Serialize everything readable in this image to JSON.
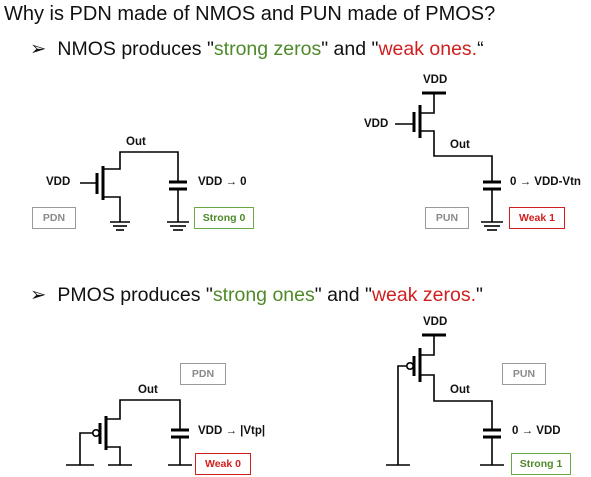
{
  "title": "Why is PDN made of NMOS and PUN made of PMOS?",
  "nmos_line": {
    "prefix": "NMOS produces \"",
    "strong": "strong zeros",
    "middle": "\" and \"",
    "weak": "weak ones.",
    "suffix": "“"
  },
  "pmos_line": {
    "prefix": "PMOS produces \"",
    "strong": "strong ones",
    "middle": "\" and \"",
    "weak": "weak zeros.",
    "suffix": "\""
  },
  "circuits": {
    "nmos_pdn": {
      "gate": "VDD",
      "out": "Out",
      "cap_label": "VDD → 0",
      "network": "PDN",
      "result": "Strong 0"
    },
    "nmos_pun": {
      "supply": "VDD",
      "gate": "VDD",
      "out": "Out",
      "cap_label": "0 → VDD-Vtn",
      "network": "PUN",
      "result": "Weak 1"
    },
    "pmos_pdn": {
      "out": "Out",
      "cap_label": "VDD → |Vtp|",
      "network": "PDN",
      "result": "Weak 0"
    },
    "pmos_pun": {
      "supply": "VDD",
      "out": "Out",
      "cap_label": "0 → VDD",
      "network": "PUN",
      "result": "Strong 1"
    }
  },
  "colors": {
    "strong": "#4f8a2a",
    "weak": "#d11f1f",
    "neutral": "#8a8a8a"
  }
}
